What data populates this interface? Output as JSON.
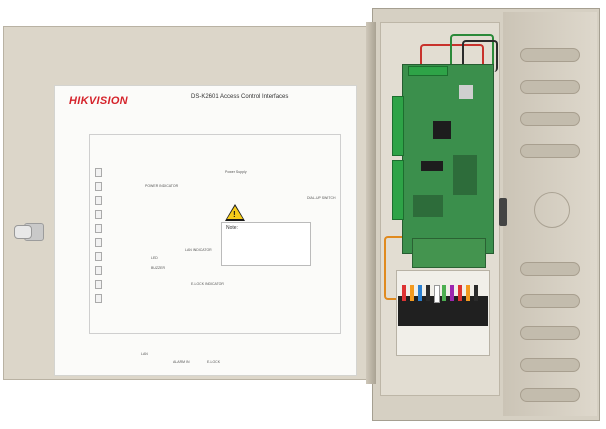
{
  "sticker": {
    "brand": "HIKVISION",
    "title": "DS-K2601 Access Control Interfaces",
    "note_title": "Note:",
    "labels": [
      "LAN",
      "ALARM IN",
      "E-LOCK",
      "POWER INDICATOR",
      "DIAL-UP SWITCH",
      "Power Supply",
      "LED",
      "BUZZER",
      "E-LOCK INDICATOR",
      "LAN INDICATOR"
    ]
  },
  "colors": {
    "brand_red": "#d5232b",
    "cabinet": "#d6d0c3",
    "pcb": "#3b8f4c",
    "warning_yellow": "#f6cc1a"
  }
}
